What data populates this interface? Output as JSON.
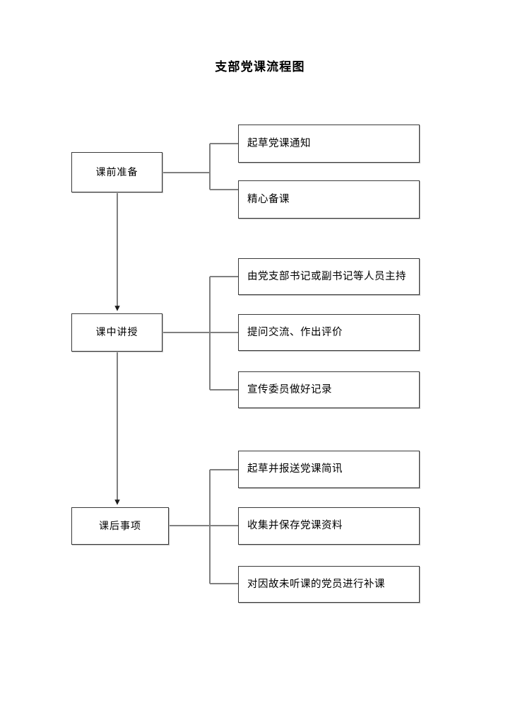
{
  "document": {
    "title": "支部党课流程图",
    "background_color": "#ffffff",
    "line_color": "#808080",
    "box_border_color": "#3a3a3a",
    "text_color": "#000000"
  },
  "chart_data": {
    "type": "diagram",
    "title": "支部党课流程图",
    "orientation": "vertical-with-right-branches",
    "stages": [
      {
        "id": "stage-1",
        "label": "课前准备",
        "tasks": [
          {
            "id": "task-1-1",
            "label": "起草党课通知"
          },
          {
            "id": "task-1-2",
            "label": "精心备课"
          }
        ]
      },
      {
        "id": "stage-2",
        "label": "课中讲授",
        "tasks": [
          {
            "id": "task-2-1",
            "label": "由党支部书记或副书记等人员主持"
          },
          {
            "id": "task-2-2",
            "label": "提问交流、作出评价"
          },
          {
            "id": "task-2-3",
            "label": "宣传委员做好记录"
          }
        ]
      },
      {
        "id": "stage-3",
        "label": "课后事项",
        "tasks": [
          {
            "id": "task-3-1",
            "label": "起草并报送党课简讯"
          },
          {
            "id": "task-3-2",
            "label": "收集并保存党课资料"
          },
          {
            "id": "task-3-3",
            "label": "对因故未听课的党员进行补课"
          }
        ]
      }
    ],
    "flow_arrows": [
      {
        "from": "课前准备",
        "to": "课中讲授"
      },
      {
        "from": "课中讲授",
        "to": "课后事项"
      }
    ]
  }
}
